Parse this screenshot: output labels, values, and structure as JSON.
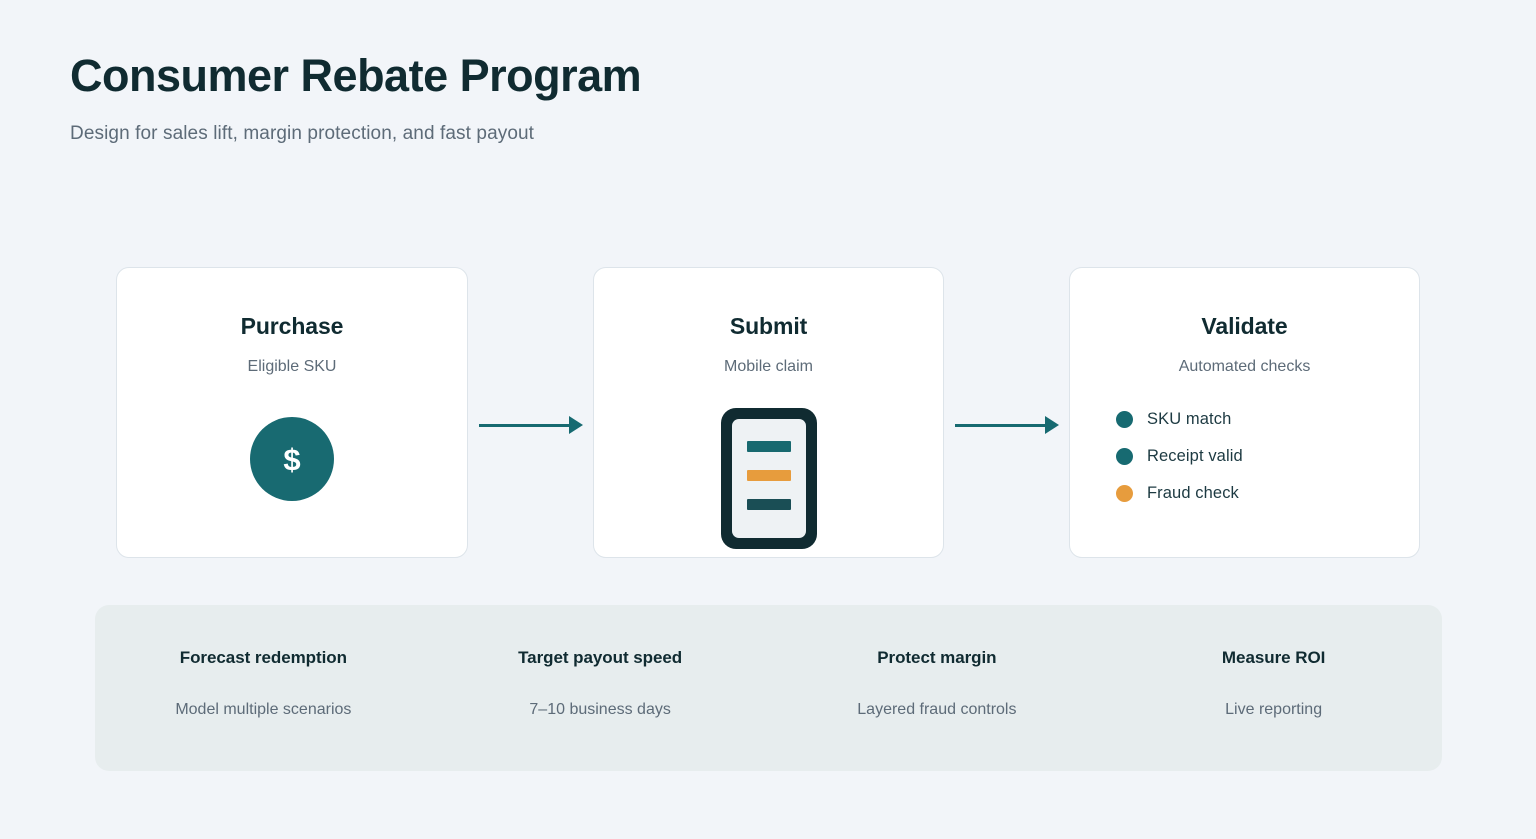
{
  "header": {
    "title": "Consumer Rebate Program",
    "subtitle": "Design for sales lift, margin protection, and fast payout"
  },
  "colors": {
    "page_background": "#f2f5f9",
    "card_background": "#ffffff",
    "card_border": "#dde4ea",
    "heading": "#102b31",
    "muted_text": "#5d6b78",
    "teal": "#176a71",
    "teal_dark": "#1a4e55",
    "orange": "#e79c3d",
    "panel_background": "#e7edee"
  },
  "flow": {
    "steps": [
      {
        "title": "Purchase",
        "subtitle": "Eligible SKU",
        "icon": "dollar-circle-icon",
        "icon_glyph": "$"
      },
      {
        "title": "Submit",
        "subtitle": "Mobile claim",
        "icon": "mobile-phone-icon",
        "screen_lines": [
          {
            "color": "#176a71"
          },
          {
            "color": "#e79c3d"
          },
          {
            "color": "#1a4e55"
          }
        ]
      },
      {
        "title": "Validate",
        "subtitle": "Automated checks",
        "checks": [
          {
            "label": "SKU match",
            "color": "#176a71"
          },
          {
            "label": "Receipt valid",
            "color": "#176a71"
          },
          {
            "label": "Fraud check",
            "color": "#e79c3d"
          }
        ]
      }
    ],
    "connectors": [
      {
        "name": "arrow-purchase-to-submit",
        "color": "#176a71"
      },
      {
        "name": "arrow-submit-to-validate",
        "color": "#176a71"
      }
    ]
  },
  "metrics": [
    {
      "label": "Forecast redemption",
      "value": "Model multiple scenarios"
    },
    {
      "label": "Target payout speed",
      "value": "7–10 business days"
    },
    {
      "label": "Protect margin",
      "value": "Layered fraud controls"
    },
    {
      "label": "Measure ROI",
      "value": "Live reporting"
    }
  ]
}
